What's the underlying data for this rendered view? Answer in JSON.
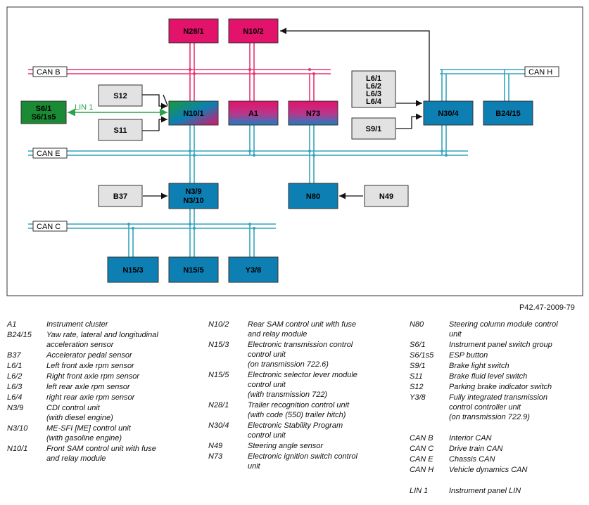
{
  "reference": "P42.47-2009-79",
  "colors": {
    "can_b": "#e8336f",
    "can_blue": "#36a3be",
    "lin": "#2aa24a",
    "box_blue": "#0d7fb3",
    "box_magenta": "#e3126a",
    "box_gray": "#e2e2e2",
    "box_green": "#1b8a35",
    "arrow": "#111111"
  },
  "diagram": {
    "buses": {
      "can_b": "CAN B",
      "can_e": "CAN E",
      "can_c": "CAN C",
      "can_h": "CAN H",
      "lin_1": "LIN 1"
    },
    "boxes": {
      "n28_1": "N28/1",
      "n10_2": "N10/2",
      "l6_group": [
        "L6/1",
        "L6/2",
        "L6/3",
        "L6/4"
      ],
      "s12": "S12",
      "s6_group": [
        "S6/1",
        "S6/1s5"
      ],
      "n10_1": "N10/1",
      "a1": "A1",
      "n73": "N73",
      "n30_4": "N30/4",
      "b24_15": "B24/15",
      "s11": "S11",
      "s9_1": "S9/1",
      "b37": "B37",
      "n3_group": [
        "N3/9",
        "N3/10"
      ],
      "n80": "N80",
      "n49": "N49",
      "n15_3": "N15/3",
      "n15_5": "N15/5",
      "y3_8": "Y3/8"
    }
  },
  "legend": {
    "col1": [
      {
        "code": "A1",
        "desc": "Instrument cluster"
      },
      {
        "code": "B24/15",
        "desc": "Yaw rate, lateral and longitudinal\nacceleration sensor"
      },
      {
        "code": "B37",
        "desc": "Accelerator pedal sensor"
      },
      {
        "code": "L6/1",
        "desc": "Left front axle rpm sensor"
      },
      {
        "code": "L6/2",
        "desc": "Right front axle rpm sensor"
      },
      {
        "code": "L6/3",
        "desc": "left rear axle rpm sensor"
      },
      {
        "code": "L6/4",
        "desc": "right rear axle rpm sensor"
      },
      {
        "code": "N3/9",
        "desc": "CDI control unit\n(with diesel engine)"
      },
      {
        "code": "N3/10",
        "desc": "ME-SFI [ME] control unit\n(with gasoline engine)"
      },
      {
        "code": "N10/1",
        "desc": "Front SAM control unit with fuse\nand relay module"
      }
    ],
    "col2": [
      {
        "code": "N10/2",
        "desc": "Rear SAM control unit with fuse\nand relay module"
      },
      {
        "code": "N15/3",
        "desc": "Electronic transmission control\ncontrol unit\n(on transmission 722.6)"
      },
      {
        "code": "N15/5",
        "desc": "Electronic selector lever module\ncontrol unit\n(with transmission 722)"
      },
      {
        "code": "N28/1",
        "desc": "Trailer recognition control unit\n(with code (550) trailer hitch)"
      },
      {
        "code": "N30/4",
        "desc": "Electronic Stability Program\ncontrol unit"
      },
      {
        "code": "N49",
        "desc": "Steering angle sensor"
      },
      {
        "code": "N73",
        "desc": "Electronic ignition switch control\nunit"
      }
    ],
    "col3": [
      {
        "code": "N80",
        "desc": "Steering column module control\nunit"
      },
      {
        "code": "S6/1",
        "desc": "Instrument panel switch group"
      },
      {
        "code": "S6/1s5",
        "desc": "ESP button"
      },
      {
        "code": "S9/1",
        "desc": "Brake light switch"
      },
      {
        "code": "S11",
        "desc": "Brake fluid level switch"
      },
      {
        "code": "S12",
        "desc": "Parking brake indicator switch"
      },
      {
        "code": "Y3/8",
        "desc": "Fully integrated transmission\ncontrol controller unit\n(on transmission 722.9)"
      },
      {
        "code": "",
        "desc": ""
      },
      {
        "code": "CAN B",
        "desc": "Interior CAN"
      },
      {
        "code": "CAN C",
        "desc": "Drive train CAN"
      },
      {
        "code": "CAN E",
        "desc": "Chassis CAN"
      },
      {
        "code": "CAN H",
        "desc": "Vehicle dynamics CAN"
      },
      {
        "code": "",
        "desc": ""
      },
      {
        "code": "LIN 1",
        "desc": "Instrument panel LIN"
      }
    ]
  }
}
